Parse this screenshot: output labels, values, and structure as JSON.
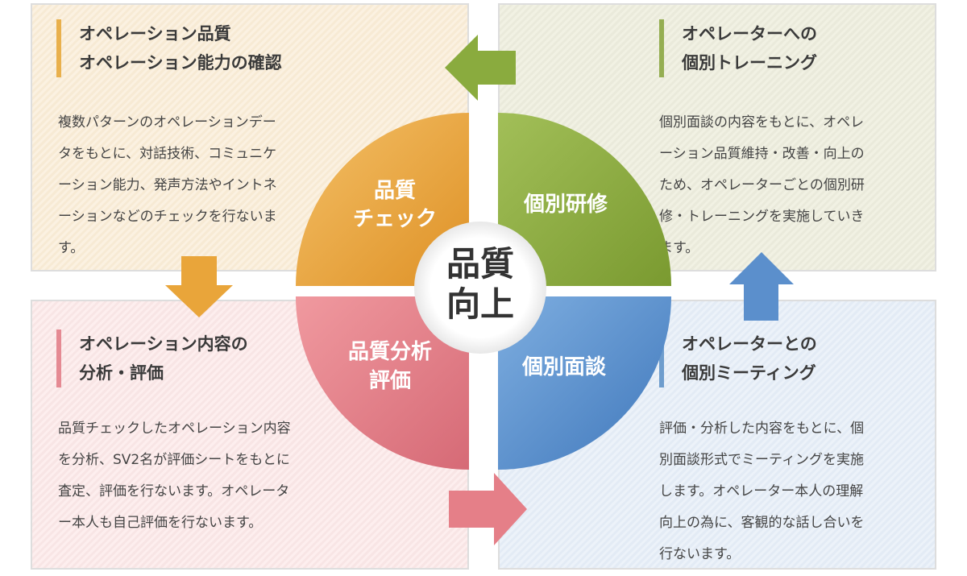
{
  "center_label": [
    "品質",
    "向上"
  ],
  "segments": {
    "quality_check": [
      "品質",
      "チェック"
    ],
    "individual_training": [
      "個別研修"
    ],
    "quality_analysis": [
      "品質分析",
      "評価"
    ],
    "individual_interview": [
      "個別面談"
    ]
  },
  "cards": {
    "top_left": {
      "title": [
        "オペレーション品質",
        "オペレーション能力の確認"
      ],
      "description": [
        "複数パターンのオペレーションデー",
        "タをもとに、対話技術、コミュニケ",
        "ーション能力、発声方法やイントネ",
        "ーションなどのチェックを行ないま",
        "す。"
      ]
    },
    "top_right": {
      "title": [
        "オペレーターへの",
        "個別トレーニング"
      ],
      "description": [
        "個別面談の内容をもとに、オペレ",
        "ーション品質維持・改善・向上の",
        "ため、オペレーターごとの個別研",
        "修・トレーニングを実施していき",
        "ます。"
      ]
    },
    "bottom_left": {
      "title": [
        "オペレーション内容の",
        "分析・評価"
      ],
      "description": [
        "品質チェックしたオペレーション内容",
        "を分析、SV2名が評価シートをもとに",
        "査定、評価を行ないます。オペレータ",
        "ー本人も自己評価を行ないます。"
      ]
    },
    "bottom_right": {
      "title": [
        "オペレーターとの",
        "個別ミーティング"
      ],
      "description": [
        "評価・分析した内容をもとに、個",
        "別面談形式でミーティングを実施",
        "します。オペレーター本人の理解",
        "向上の為に、客観的な話し合いを",
        "行ないます。"
      ]
    }
  },
  "colors": {
    "orange": "#e9a53a",
    "green": "#8aab3e",
    "pink": "#e57f88",
    "blue": "#5b8fcc"
  }
}
